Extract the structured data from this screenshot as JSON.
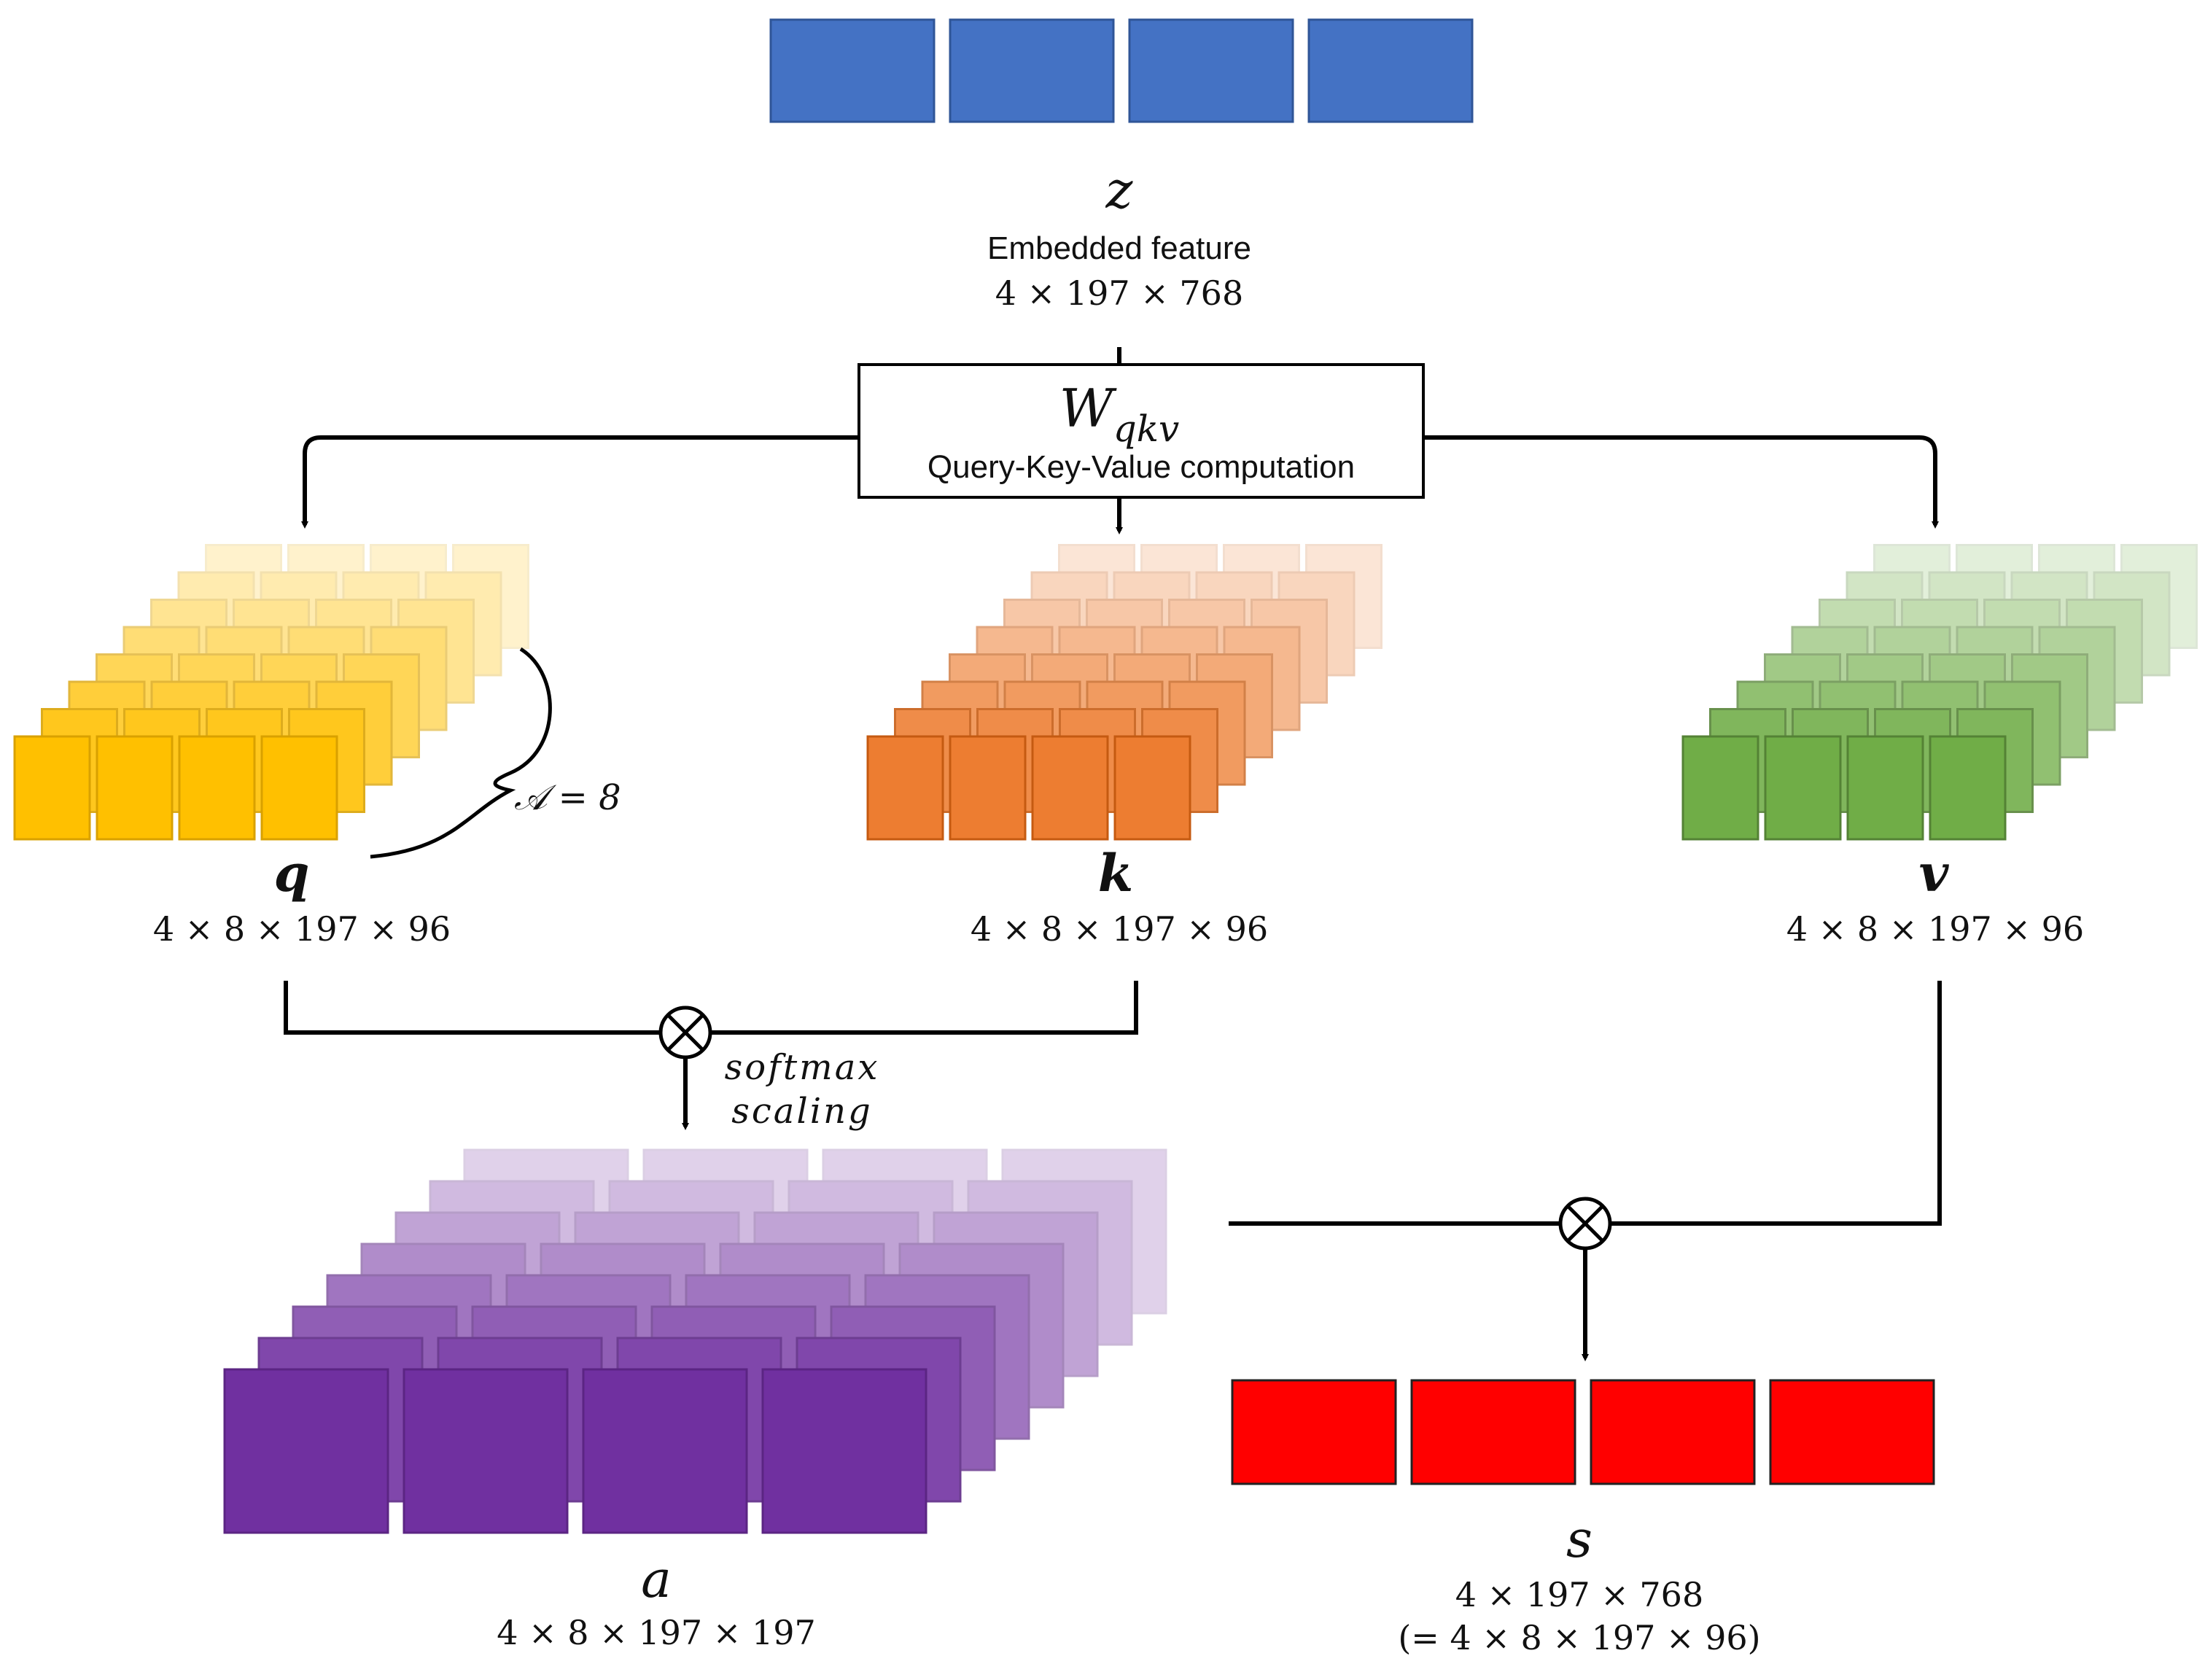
{
  "z": {
    "symbol": "z",
    "label": "Embedded feature",
    "dims": "4 × 197 × 768",
    "color": "#4472C4",
    "border": "#2F5597",
    "blocks": 4
  },
  "wqkv": {
    "symbol": "W",
    "subscript": "qkv",
    "label": "Query-Key-Value computation"
  },
  "q": {
    "symbol": "q",
    "dims": "4 × 8 × 197 × 96",
    "front": "#FFC000",
    "edge": "#D9A100"
  },
  "k": {
    "symbol": "k",
    "dims": "4 × 8 × 197 × 96",
    "front": "#ED7D31",
    "edge": "#C55A11"
  },
  "v": {
    "symbol": "v",
    "dims": "4 × 8 × 197 × 96",
    "front": "#70AD47",
    "edge": "#548235"
  },
  "heads": {
    "label": "𝒜 = 8",
    "count": 8
  },
  "ops": {
    "softmax": "softmax",
    "scaling": "scaling",
    "multiply_icon": "circled-times-icon"
  },
  "a": {
    "symbol": "a",
    "dims": "4 × 8 × 197 × 197",
    "front": "#7030A0",
    "edge": "#5B2583"
  },
  "s": {
    "symbol": "s",
    "dims": "4 × 197 × 768",
    "dims_eq": "(= 4 × 8 × 197 × 96)",
    "color": "#FF0000",
    "border": "#222222",
    "blocks": 4
  }
}
